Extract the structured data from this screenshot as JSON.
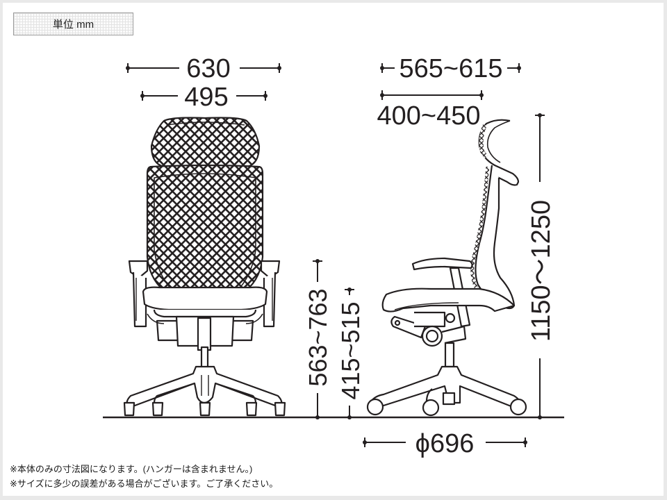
{
  "unit_label": "単位 mm",
  "dimensions": {
    "front": {
      "overall_width": "630",
      "seat_width": "495"
    },
    "side": {
      "overall_depth": "565~615",
      "seat_depth": "400~450",
      "seat_height": "415~515",
      "armrest_height": "563~763",
      "overall_height": "1150～1250",
      "base_diameter": "ϕ696"
    }
  },
  "notes": [
    "※本体のみの寸法図になります。(ハンガーは含まれません。)",
    "※サイズに多少の誤差がある場合がございます。ご了承ください。"
  ],
  "colors": {
    "line": "#231f20",
    "background": "#ffffff",
    "outer_frame": "#e9e9e9"
  }
}
